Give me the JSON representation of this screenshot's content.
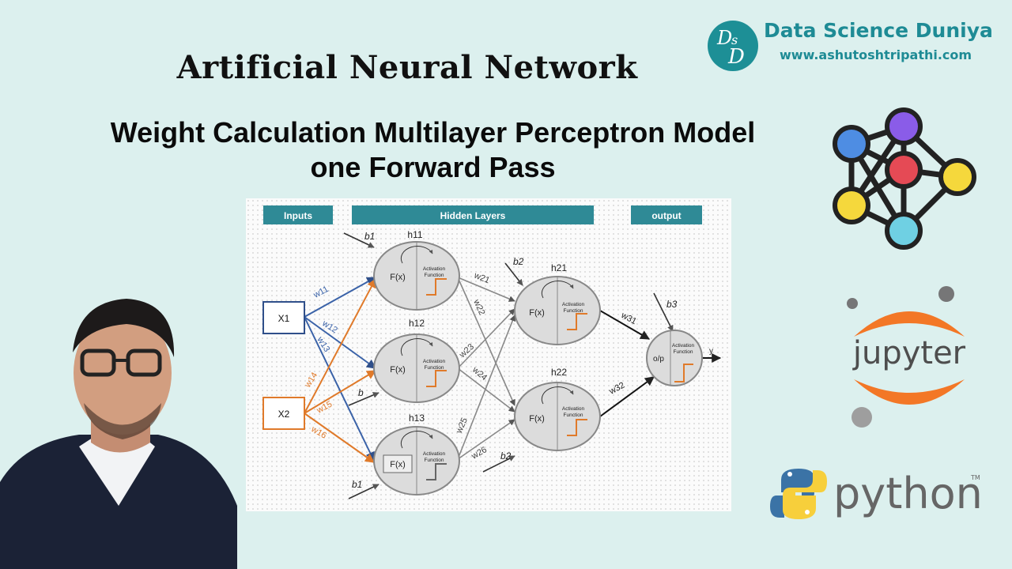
{
  "title": "Artificial Neural Network",
  "subtitle_line1": "Weight Calculation Multilayer Perceptron Model",
  "subtitle_line2": "one Forward Pass",
  "brand": {
    "logo_text": "DsD",
    "name": "Data Science Duniya",
    "url": "www.ashutoshtripathi.com"
  },
  "diagram": {
    "header_inputs": "Inputs",
    "header_hidden": "Hidden Layers",
    "header_output": "output",
    "inputs": [
      "X1",
      "X2"
    ],
    "hidden1": [
      "h11",
      "h12",
      "h13"
    ],
    "hidden2": [
      "h21",
      "h22"
    ],
    "node_fx": "F(x)",
    "activation_line1": "Activation",
    "activation_line2": "Function",
    "output_node": "o/p",
    "output_label": "y",
    "weights": {
      "w11": "w11",
      "w12": "w12",
      "w13": "w13",
      "w14": "w14",
      "w15": "w15",
      "w16": "w16",
      "w21": "w21",
      "w22": "w22",
      "w23": "w23",
      "w24": "w24",
      "w25": "w25",
      "w26": "w26",
      "w31": "w31",
      "w32": "w32"
    },
    "biases": {
      "h11": "b1",
      "h12": "b",
      "h13": "b1",
      "h21": "b2",
      "h22": "b2",
      "out": "b3"
    }
  },
  "logos": {
    "jupyter": "jupyter",
    "python": "python",
    "python_tm": "TM"
  },
  "colors": {
    "background": "#dcf0ee",
    "brand_teal": "#1e8b95",
    "header_teal": "#2f8a96",
    "input1_blue": "#2f4f8a",
    "input2_orange": "#e07a2a",
    "jupyter_orange": "#f37726"
  }
}
